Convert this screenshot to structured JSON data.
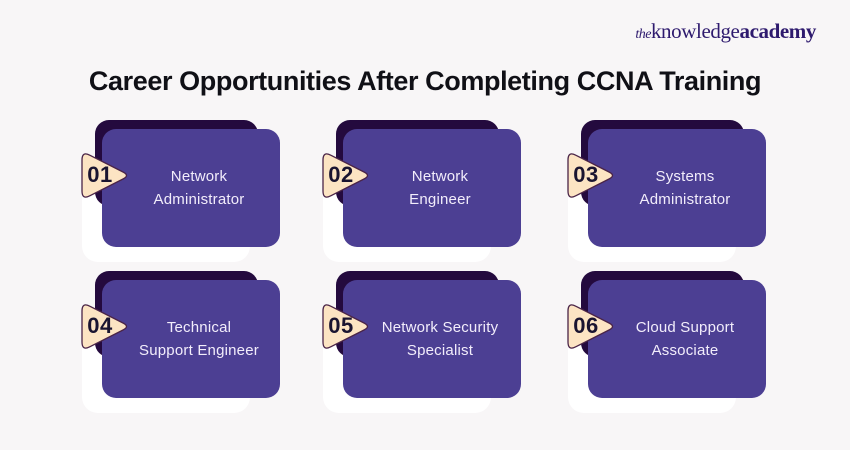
{
  "logo": {
    "part1": "the",
    "part2": "knowledge",
    "part3": "academy"
  },
  "title": "Career Opportunities After Completing CCNA Training",
  "cards": [
    {
      "number": "01",
      "label": "Network\nAdministrator"
    },
    {
      "number": "02",
      "label": "Network\nEngineer"
    },
    {
      "number": "03",
      "label": "Systems\nAdministrator"
    },
    {
      "number": "04",
      "label": "Technical\nSupport Engineer"
    },
    {
      "number": "05",
      "label": "Network Security\nSpecialist"
    },
    {
      "number": "06",
      "label": "Cloud Support\nAssociate"
    }
  ],
  "colors": {
    "background": "#f8f6f7",
    "card_main": "#4c3f93",
    "card_back_shadow": "#240a3e",
    "card_underlay": "#ffffff",
    "badge_fill": "#fce4c3",
    "badge_border": "#4a2447",
    "badge_number": "#1a1430",
    "card_text": "#f2edfb",
    "title_text": "#101016",
    "logo_text": "#2e1a6e"
  }
}
